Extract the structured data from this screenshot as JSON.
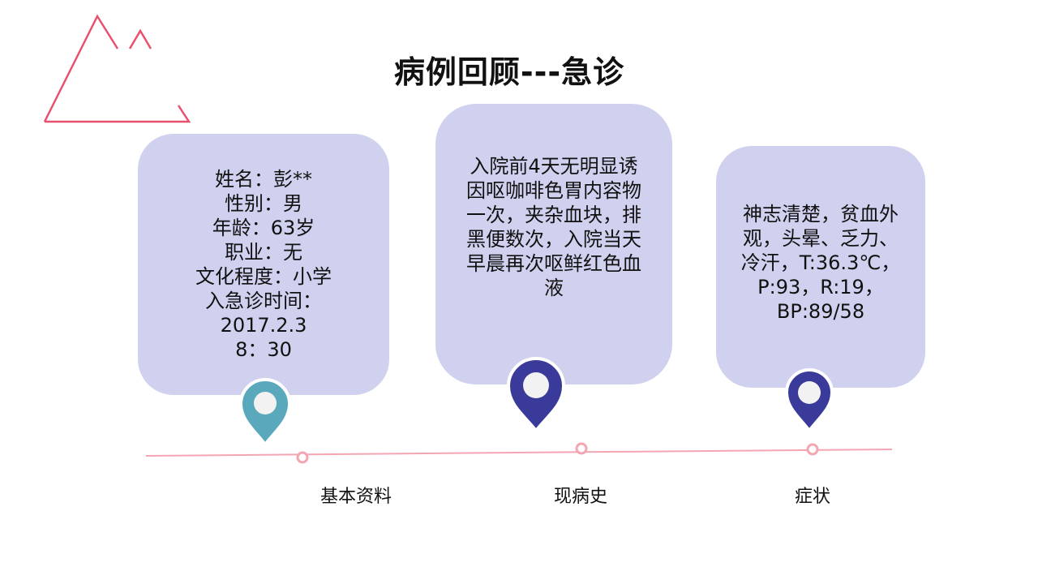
{
  "title": "病例回顾---急诊",
  "cards": [
    {
      "lines": [
        "姓名：彭**",
        "性别：男",
        "年龄：63岁",
        "职业：无",
        "文化程度：小学",
        "入急诊时间：",
        "2017.2.3",
        "8：30"
      ]
    },
    {
      "lines": [
        "入院前4天无明显诱",
        "因呕咖啡色胃内容物",
        "一次，夹杂血块，排",
        "黑便数次，入院当天",
        "早晨再次呕鲜红色血",
        "液"
      ]
    },
    {
      "lines": [
        "神志清楚，贫血外",
        "观，头晕、乏力、",
        "冷汗，T:36.3℃，",
        "P:93，R:19，",
        " BP:89/58"
      ]
    }
  ],
  "labels": [
    "基本资料",
    "现病史",
    "症状"
  ],
  "colors": {
    "card": "#d0d1ef",
    "pin_teal": "#5aa8bb",
    "pin_navy": "#3a3a9a",
    "timeline": "#f3a6b2",
    "decor": "#e8506e"
  }
}
